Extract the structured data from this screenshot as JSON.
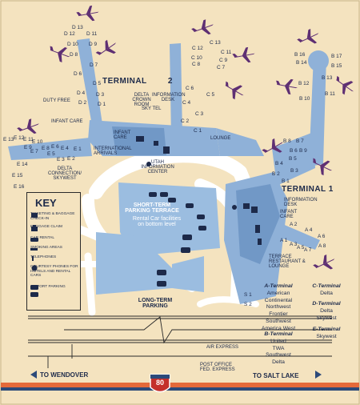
{
  "terminals": {
    "terminal1": "TERMINAL 1",
    "terminal2": "TERMINAL",
    "terminal2_num": "2"
  },
  "gates": {
    "D": [
      "D 13",
      "D 12",
      "D 11",
      "D 10",
      "D 9",
      "D 8",
      "D 7",
      "D 6",
      "D 5",
      "D 4",
      "D 3",
      "D 2",
      "D 1"
    ],
    "C": [
      "C 13",
      "C 12",
      "C 11",
      "C 10",
      "C 9",
      "C 8",
      "C 7",
      "C 6",
      "C 5",
      "C 4",
      "C 3",
      "C 2",
      "C 1"
    ],
    "B": [
      "B 16",
      "B 17",
      "B 15",
      "B 14",
      "B 13",
      "B 12",
      "B 11",
      "B 10",
      "B 9",
      "B 8",
      "B 7",
      "B 6",
      "B 5",
      "B 4",
      "B 3",
      "B 2",
      "B 1"
    ],
    "E": [
      "E 13",
      "E 12",
      "E 11",
      "E 10",
      "E 9",
      "E 8",
      "E 7",
      "E 6",
      "E 5",
      "E 4",
      "E 3",
      "E 2",
      "E 1",
      "E 14",
      "E 15",
      "E 16"
    ],
    "A": [
      "A 1",
      "A 2",
      "A 3",
      "A 4",
      "A 5",
      "A 6",
      "A 7",
      "A 8"
    ],
    "S": [
      "S 1",
      "S 2"
    ]
  },
  "places": {
    "duty_free": "DUTY FREE",
    "infant_care_left": "INFANT CARE",
    "infant_care_mid": "INFANT CARE",
    "international_arrivals": "INTERNATIONAL ARRIVALS",
    "delta_crown_room": "DELTA CROWN ROOM",
    "sky_tel": "SKY TEL",
    "information_desk_t2": "INFORMATION DESK",
    "lounge": "LOUNGE",
    "utah_info": "UTAH INFORMATION CENTER",
    "delta_connection": "DELTA CONNECTION/ SKYWEST",
    "information_desk_t1": "INFORMATION DESK",
    "infant_care_t1": "INFANT CARE",
    "terrace_restaurant": "TERRACE RESTAURANT & LOUNGE",
    "short_term_1": "SHORT-TERM",
    "short_term_2": "PARKING TERRACE",
    "rental_1": "Rental Car facilities",
    "rental_2": "on bottom level",
    "long_term_1": "LONG-TERM",
    "long_term_2": "PARKING",
    "air_express": "AIR EXPRESS",
    "post_office_1": "POST OFFICE",
    "post_office_2": "FED. EXPRESS",
    "to_wendover": "TO WENDOVER",
    "to_salt_lake": "TO SALT LAKE",
    "interstate": "80"
  },
  "key": {
    "title": "KEY",
    "items": [
      "TICKETING & BAGGAGE CHECK-IN",
      "BAGGAGE CLAIM",
      "CAR RENTAL",
      "SMOKING AREAS",
      "TELEPHONES",
      "COURTESY PHONES FOR HOTELS AND RENTAL CARS",
      "AIRPORT PARKING"
    ]
  },
  "airlines": {
    "a_title": "A-Terminal",
    "a_list": [
      "American",
      "Continental",
      "Northwest",
      "Frontier",
      "Southwest",
      "America West"
    ],
    "b_title": "B-Terminal",
    "b_list": [
      "United",
      "TWA",
      "Southwest",
      "Delta"
    ],
    "c_title": "C-Terminal",
    "c_list": [
      "Delta"
    ],
    "d_title": "D-Terminal",
    "d_list": [
      "Delta",
      "Skywest"
    ],
    "e_title": "E-Terminal",
    "e_list": [
      "Skywest"
    ]
  },
  "colors": {
    "background": "#f4e3bf",
    "terminal_blue": "#8fb1d8",
    "terminal_dark": "#5a84b8",
    "plane_purple": "#5e2f73",
    "road_white": "#ffffff",
    "text_navy": "#1d2a4a",
    "interstate_red": "#c4302b",
    "bottom_stripe": "#e56a3a"
  }
}
